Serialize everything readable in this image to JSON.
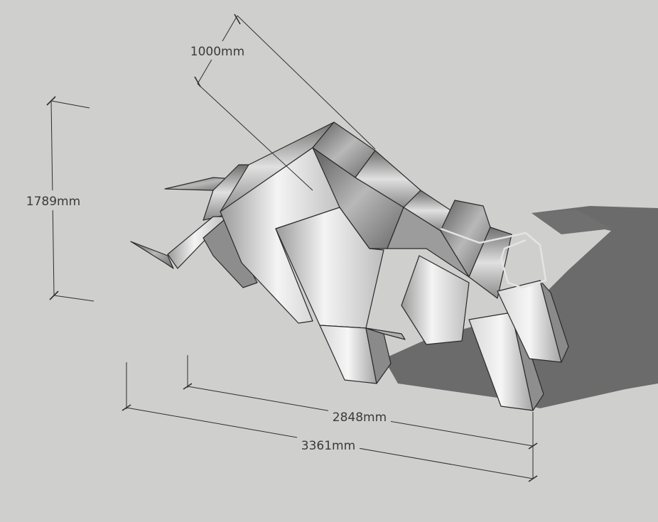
{
  "colors": {
    "background": "#cfcfcd",
    "shadow": "#6b6b6b",
    "model_edge": "#2a2a2a",
    "dimension_line": "#2e2e2e"
  },
  "dimensions": {
    "depth": "1000mm",
    "height": "1789mm",
    "length_body": "2848mm",
    "length_total": "3361mm"
  }
}
